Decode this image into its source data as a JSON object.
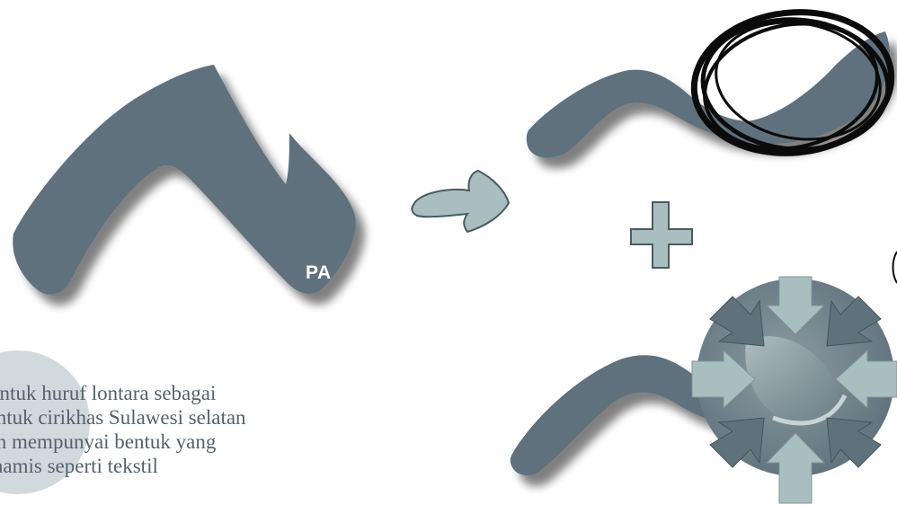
{
  "letter_label": "PA",
  "description": {
    "line1": "Bentuk huruf lontara sebagai",
    "line2": "bentuk cirikhas Sulawesi selatan",
    "line3": "dan mempunyai bentuk yang",
    "line4": "dinamis seperti tekstil"
  },
  "colors": {
    "glyph": "#5f717b",
    "arrow_fill": "#a9bfbf",
    "plus_fill": "#a9bfbf",
    "dark_circle_bg": "#6a7e88",
    "background": "#ffffff"
  },
  "icons": [
    "lontara-pa-glyph",
    "right-arrow-icon",
    "plus-icon",
    "scribble-circle",
    "compress-arrows-icon"
  ]
}
